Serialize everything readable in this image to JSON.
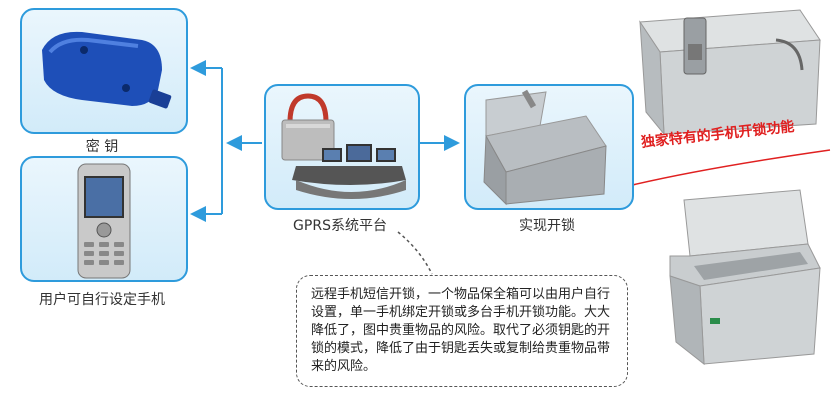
{
  "labels": {
    "key": "密 钥",
    "phone": "用户可自行设定手机",
    "platform": "GPRS系统平台",
    "unlock": "实现开锁"
  },
  "tagline": "独家特有的手机开锁功能",
  "callout": {
    "text": "远程手机短信开锁，一个物品保全箱可以由用户自行设置，单一手机绑定开锁或多台手机开锁功能。大大降低了，图中贵重物品的风险。取代了必须钥匙的开锁的模式，降低了由于钥匙丢失或复制给贵重物品带来的风险。"
  },
  "colors": {
    "panel_border": "#2e9bdc",
    "arrow": "#2e9bdc",
    "tagline": "#e02020"
  }
}
